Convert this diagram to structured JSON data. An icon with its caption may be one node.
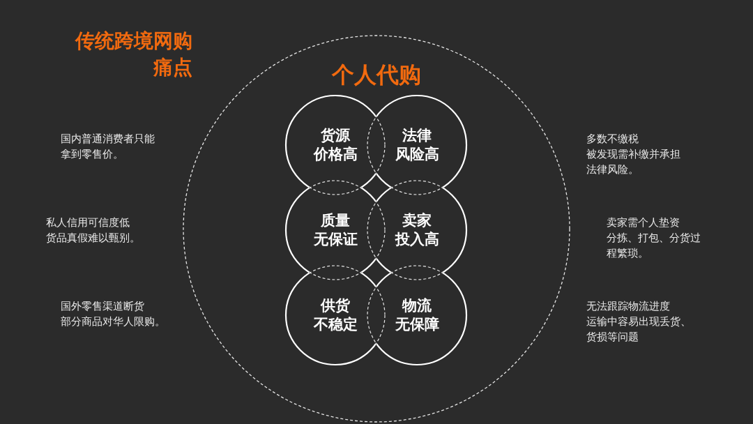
{
  "diagram": {
    "title": "传统跨境网购痛点",
    "nodes": [
      {
        "text": [
          "个人代购"
        ]
      },
      {
        "text": [
          "货源",
          "价格高"
        ],
        "in": 0
      },
      {
        "text": [
          "法律",
          "风险高"
        ],
        "in": 0
      },
      {
        "text": [
          "质量",
          "无保证"
        ],
        "in": 0
      },
      {
        "text": [
          "卖家",
          "投入高"
        ],
        "in": 0
      },
      {
        "text": [
          "供货",
          "不稳定"
        ],
        "in": 0
      },
      {
        "text": [
          "物流",
          "无保障"
        ],
        "in": 0
      }
    ],
    "labels": [
      "国内普通消费者只能",
      "拿到零售价。",
      "多数不缴税",
      "被发现需补缴并承担",
      "法律风险。",
      "私人信用可信度低",
      "货品真假难以甄别。",
      "卖家需个人垫资",
      "分拣、打包、分货过",
      "程繁琐。",
      "国外零售渠道断货",
      "部分商品对华人限购。",
      "无法跟踪物流进度",
      "运输中容易出现丢货、",
      "货损等问题"
    ]
  }
}
